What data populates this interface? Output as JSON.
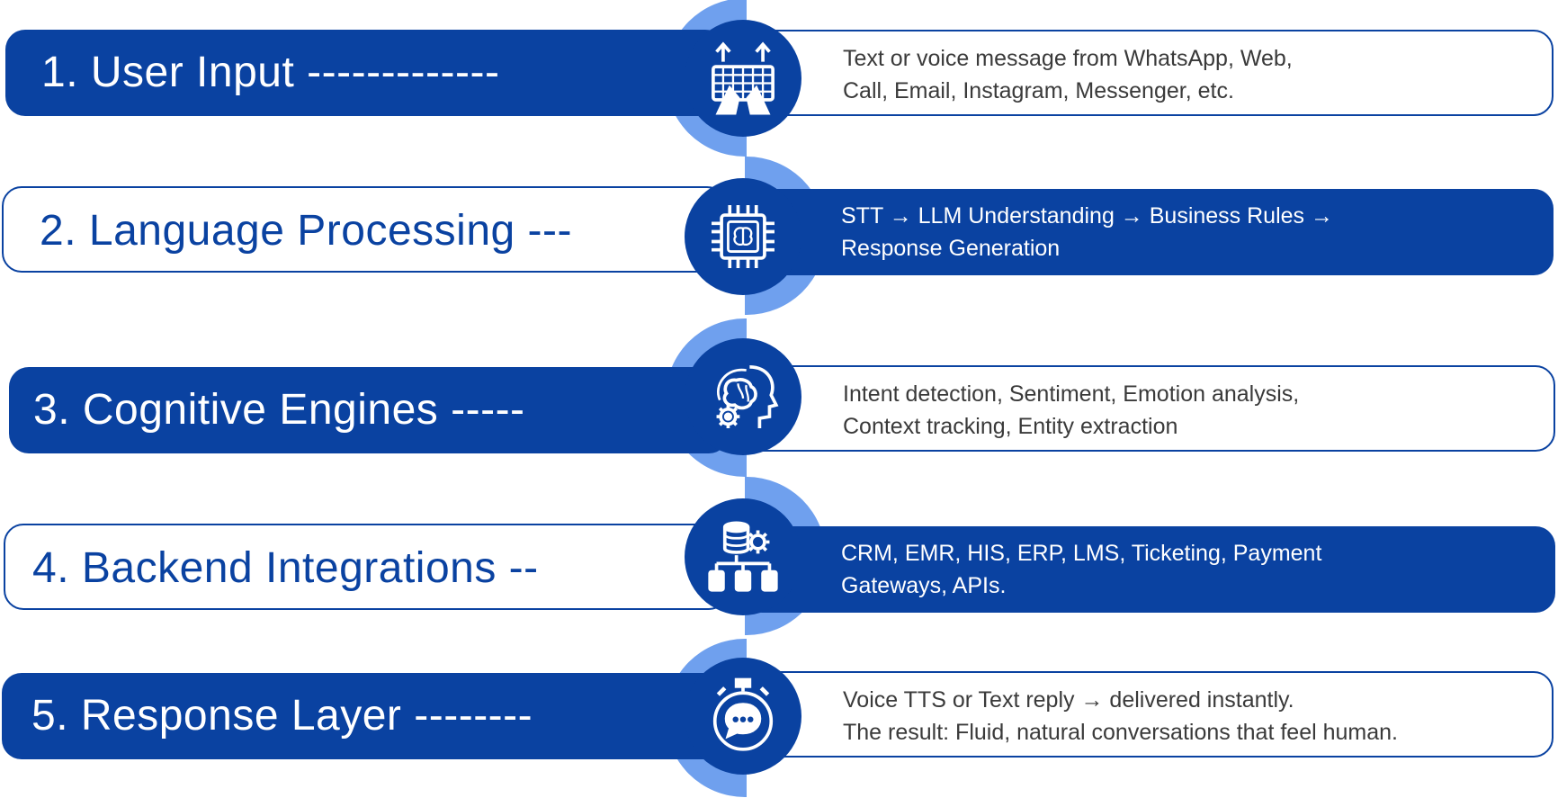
{
  "steps": [
    {
      "title": "1. User Input -------------",
      "line1": "Text or voice message from WhatsApp, Web,",
      "line2": "Call, Email, Instagram, Messenger, etc.",
      "icon": "keyboard-hands-icon"
    },
    {
      "title": "2. Language Processing ---",
      "line1": "STT → LLM Understanding → Business Rules →",
      "line2": "Response Generation",
      "icon": "brain-chip-icon"
    },
    {
      "title": "3. Cognitive Engines -----",
      "line1": "Intent detection, Sentiment, Emotion analysis,",
      "line2": "Context tracking, Entity extraction",
      "icon": "ai-head-gear-icon"
    },
    {
      "title": "4. Backend Integrations --",
      "line1": "CRM, EMR, HIS, ERP, LMS, Ticketing, Payment",
      "line2": "Gateways, APIs.",
      "icon": "database-network-icon"
    },
    {
      "title": "5. Response Layer --------",
      "line1": "Voice TTS or Text reply → delivered instantly.",
      "line2": "The result: Fluid, natural conversations that feel human.",
      "icon": "stopwatch-chat-icon"
    }
  ],
  "colors": {
    "primary": "#0a42a1",
    "accent": "#6fa0ee",
    "text": "#3a3a3a"
  }
}
